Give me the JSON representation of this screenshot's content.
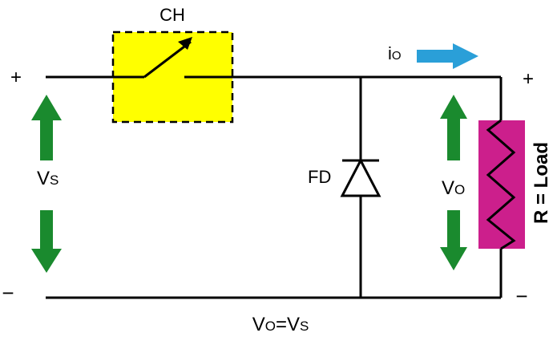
{
  "labels": {
    "chopper": "CH",
    "output_current": "i",
    "output_current_sub": "O",
    "source_voltage": "V",
    "source_voltage_sub": "S",
    "output_voltage": "V",
    "output_voltage_sub": "O",
    "diode": "FD",
    "load": "R = Load",
    "plus_left": "+",
    "minus_left": "−",
    "plus_right": "+",
    "minus_right": "−",
    "equation": {
      "lhs": "V",
      "lhs_sub": "O",
      "eq": "=",
      "rhs": "V",
      "rhs_sub": "S"
    }
  },
  "colors": {
    "wire": "#000000",
    "chopper_fill": "#ffff00",
    "load_fill": "#cc1f8c",
    "voltage_arrow": "#1a8a2e",
    "current_arrow": "#2a9fd8"
  },
  "icons": {
    "chopper_switch": "switch-icon",
    "diode": "diode-icon",
    "load": "resistor-icon"
  }
}
